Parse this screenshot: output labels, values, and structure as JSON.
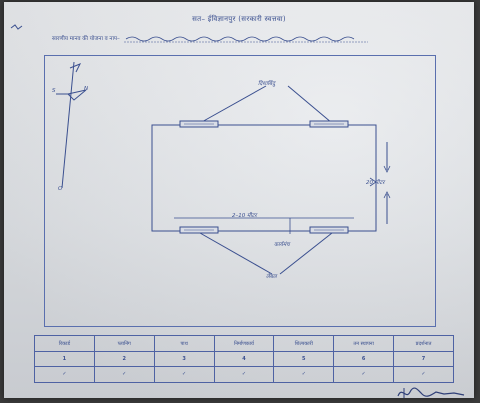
{
  "header": {
    "title": "सत– ईविज्ञानपुर (सरकारी स्वत्तवा)",
    "subtitle": "सारणीय मानव की योजना व नाप–"
  },
  "diagram": {
    "top_label": "दिशाबिंदु",
    "right_label": "20 मीटर",
    "bottom_measure_label": "2–10 मीटर",
    "lower_small_label": "कार्यमंच",
    "bottom_label": "लेबल",
    "pole_letter": "N",
    "pole_side_mark": "S",
    "pole_bottom_mark": "O"
  },
  "table": {
    "headers": [
      "रिकार्ड",
      "प्लानिंग",
      "पाथ",
      "निर्माणकार्य",
      "शिल्पकारी",
      "तन स्थापना",
      "प्रदर्शनात"
    ],
    "numbers": [
      "1",
      "2",
      "3",
      "4",
      "5",
      "6",
      "7"
    ],
    "ticks": [
      "✓",
      "✓",
      "✓",
      "✓",
      "✓",
      "✓",
      "✓"
    ]
  },
  "colors": {
    "ink": "#3a4f8f",
    "paper": "#e6e8eb",
    "background": "#3b3b3b"
  }
}
